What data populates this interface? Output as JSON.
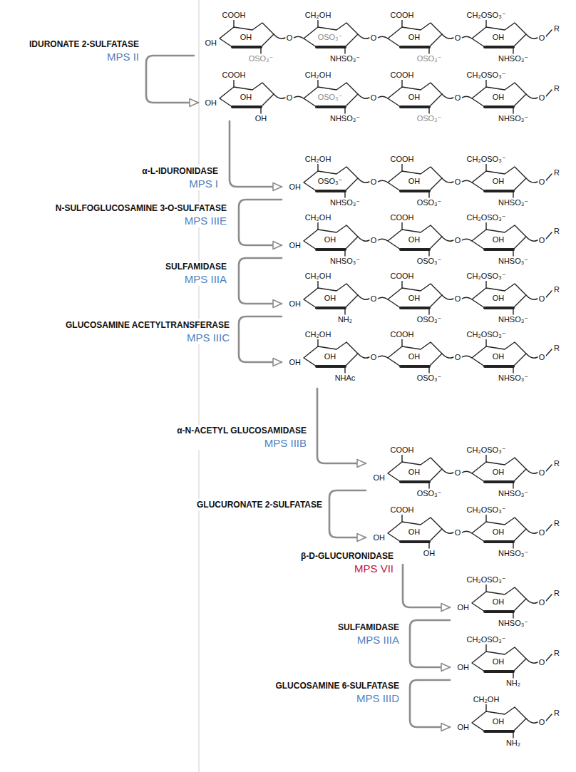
{
  "diagram": {
    "labels": [
      "COOH",
      "OH",
      "OH",
      "OSO₃⁻",
      "O",
      "CH₂OH",
      "OSO₃⁻",
      "NHSO₃⁻",
      "O",
      "COOH",
      "OH",
      "OSO₃⁻",
      "O",
      "CH₂OSO₃⁻",
      "OH",
      "NHSO₃⁻",
      "O",
      "R",
      "IDURONATE 2-SULFATASE",
      "MPS II",
      "COOH",
      "OH",
      "OH",
      "OH",
      "O",
      "CH₂OH",
      "OSO₃⁻",
      "NHSO₃⁻",
      "O",
      "COOH",
      "OH",
      "OSO₃⁻",
      "O",
      "CH₂OSO₃⁻",
      "OH",
      "NHSO₃⁻",
      "O",
      "R",
      "α-L-IDURONIDASE",
      "MPS I",
      "CH₂OH",
      "OSO₃⁻",
      "OH",
      "NHSO₃⁻",
      "O",
      "COOH",
      "OH",
      "OSO₃⁻",
      "O",
      "CH₂OSO₃⁻",
      "OH",
      "NHSO₃⁻",
      "O",
      "R",
      "N-SULFOGLUCOSAMINE 3-O-SULFATASE",
      "MPS IIIE",
      "CH₂OH",
      "OH",
      "OH",
      "NHSO₃⁻",
      "O",
      "COOH",
      "OH",
      "OSO₃⁻",
      "O",
      "CH₂OSO₃⁻",
      "OH",
      "NHSO₃⁻",
      "O",
      "R",
      "SULFAMIDASE",
      "MPS IIIA",
      "CH₂OH",
      "OH",
      "OH",
      "NH₂",
      "O",
      "COOH",
      "OH",
      "OSO₃⁻",
      "O",
      "CH₂OSO₃⁻",
      "OH",
      "NHSO₃⁻",
      "O",
      "R",
      "GLUCOSAMINE ACETYLTRANSFERASE",
      "MPS IIIC",
      "CH₂OH",
      "OH",
      "OH",
      "NHAc",
      "O",
      "COOH",
      "OH",
      "OSO₃⁻",
      "O",
      "CH₂OSO₃⁻",
      "OH",
      "NHSO₃⁻",
      "O",
      "R",
      "α-N-ACETYL GLUCOSAMIDASE",
      "MPS IIIB",
      "COOH",
      "OH",
      "OH",
      "OSO₃⁻",
      "O",
      "CH₂OSO₃⁻",
      "OH",
      "NHSO₃⁻",
      "O",
      "R",
      "GLUCURONATE 2-SULFATASE",
      "COOH",
      "OH",
      "OH",
      "OH",
      "O",
      "CH₂OSO₃⁻",
      "OH",
      "NHSO₃⁻",
      "O",
      "R",
      "β-D-GLUCURONIDASE",
      "MPS VII",
      "CH₂OSO₃⁻",
      "OH",
      "OH",
      "NHSO₃⁻",
      "O",
      "R",
      "SULFAMIDASE",
      "MPS IIIA",
      "CH₂OSO₃⁻",
      "OH",
      "OH",
      "NH₂",
      "O",
      "R",
      "GLUCOSAMINE 6-SULFATASE",
      "MPS IIID",
      "CH₂OH",
      "OH",
      "OH",
      "NH₂",
      "O",
      "R"
    ]
  }
}
